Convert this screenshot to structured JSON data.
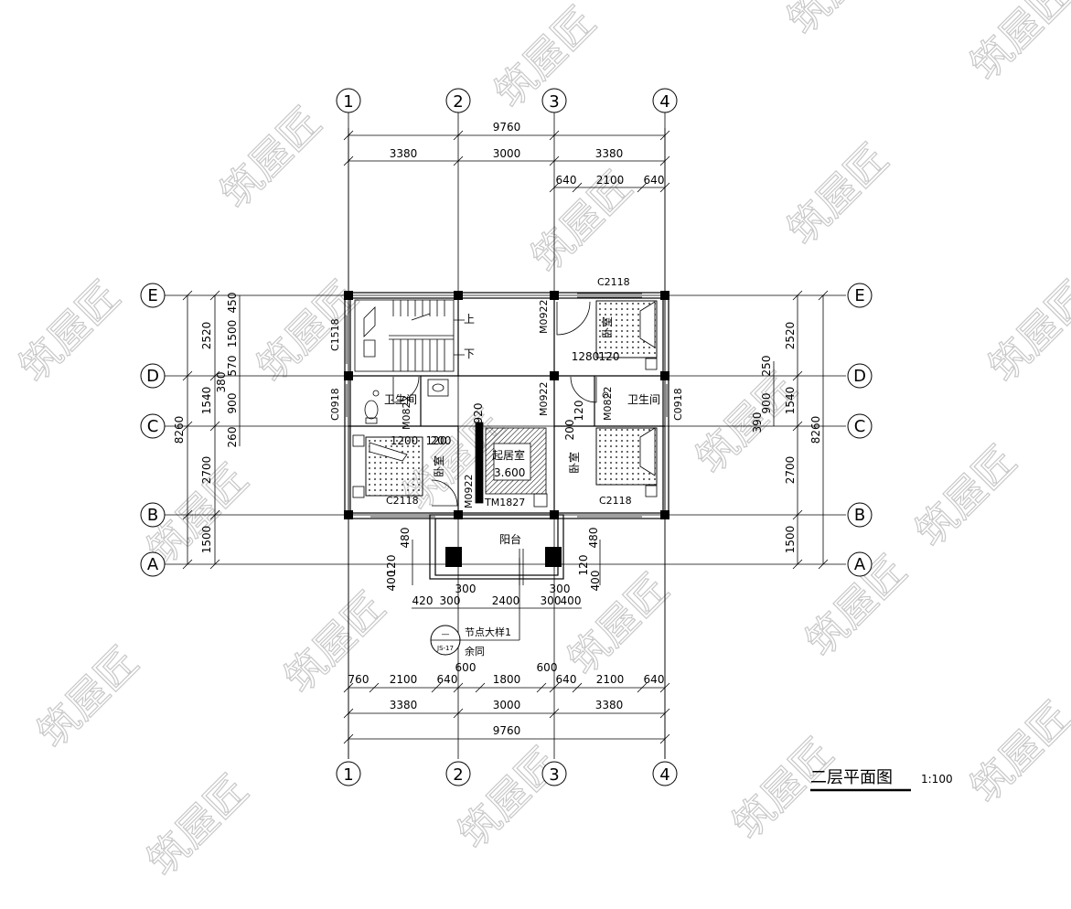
{
  "drawing": {
    "title": "二层平面图",
    "scale": "1:100",
    "watermark": "筑屋匠",
    "detail_callout": {
      "top": "—",
      "bottom": "JS-17",
      "label_1": "节点大样1",
      "label_2": "余同"
    }
  },
  "axes": {
    "vertical": [
      "1",
      "2",
      "3",
      "4"
    ],
    "horizontal": [
      "E",
      "D",
      "C",
      "B",
      "A"
    ]
  },
  "dimensions": {
    "top_total": "9760",
    "top_bays": [
      "3380",
      "3000",
      "3380"
    ],
    "top_window": [
      "640",
      "2100",
      "640"
    ],
    "bottom_openings": [
      "760",
      "2100",
      "640",
      "600",
      "1800",
      "600",
      "640",
      "2100",
      "640"
    ],
    "bottom_bays": [
      "3380",
      "3000",
      "3380"
    ],
    "bottom_total": "9760",
    "balcony_row": [
      "420",
      "300",
      "300",
      "2400",
      "300",
      "300",
      "400"
    ],
    "left_total": "8260",
    "left_bays": [
      "2520",
      "1540",
      "2700",
      "1500"
    ],
    "left_detail": [
      "450",
      "1500",
      "570",
      "380",
      "900",
      "260"
    ],
    "right_total": "8260",
    "right_bays": [
      "2520",
      "1540",
      "2700",
      "1500"
    ],
    "right_detail": [
      "250",
      "900",
      "390"
    ],
    "balcony_left": [
      "480",
      "120",
      "400"
    ],
    "balcony_right": [
      "480",
      "120",
      "400"
    ],
    "inner": [
      "1280",
      "120",
      "920",
      "120",
      "200",
      "120",
      "1200",
      "200"
    ]
  },
  "rooms": {
    "bedroom_ne": "卧室",
    "bedroom_w": "卧室",
    "bedroom_e": "卧室",
    "bath_w": "卫生间",
    "bath_e": "卫生间",
    "living": "起居室",
    "elevation": "3.600",
    "balcony": "阳台",
    "stair_up": "上",
    "stair_down": "下"
  },
  "codes": {
    "c2118_top": "C2118",
    "c1518": "C1518",
    "c0918_l": "C0918",
    "c0918_r": "C0918",
    "c2118_w": "C2118",
    "c2118_e": "C2118",
    "m0922_a": "M0922",
    "m0922_b": "M0922",
    "m0922_c": "M0922",
    "m0822_w": "M0822",
    "m0822_e": "M0822",
    "tm1827": "TM1827"
  }
}
